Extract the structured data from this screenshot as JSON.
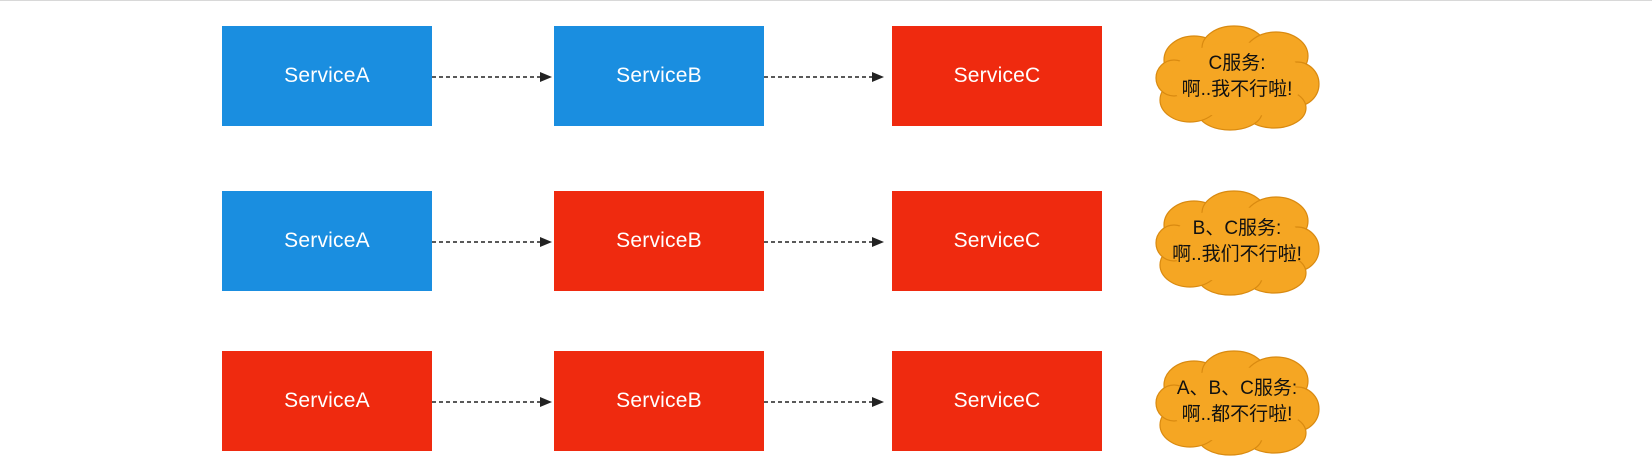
{
  "colors": {
    "healthy": "#1a8ee0",
    "failed": "#ef2a0f",
    "cloud": "#f5a623",
    "arrow": "#222222"
  },
  "rows": [
    {
      "services": [
        {
          "label": "ServiceA",
          "status": "healthy"
        },
        {
          "label": "ServiceB",
          "status": "healthy"
        },
        {
          "label": "ServiceC",
          "status": "failed"
        }
      ],
      "note_line1": "C服务:",
      "note_line2": "啊..我不行啦!"
    },
    {
      "services": [
        {
          "label": "ServiceA",
          "status": "healthy"
        },
        {
          "label": "ServiceB",
          "status": "failed"
        },
        {
          "label": "ServiceC",
          "status": "failed"
        }
      ],
      "note_line1": "B、C服务:",
      "note_line2": "啊..我们不行啦!"
    },
    {
      "services": [
        {
          "label": "ServiceA",
          "status": "failed"
        },
        {
          "label": "ServiceB",
          "status": "failed"
        },
        {
          "label": "ServiceC",
          "status": "failed"
        }
      ],
      "note_line1": "A、B、C服务:",
      "note_line2": "啊..都不行啦!"
    }
  ],
  "cloud_icon": "thought-cloud-icon",
  "arrow_icon": "dashed-arrow-icon"
}
